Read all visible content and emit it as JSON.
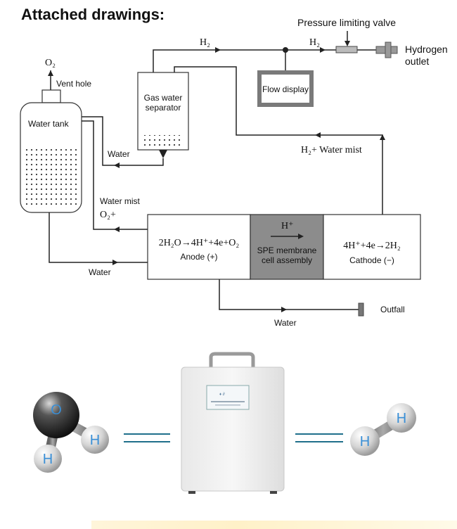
{
  "heading": "Attached drawings:",
  "labels": {
    "pressure_valve": "Pressure limiting valve",
    "hydrogen": "Hydrogen",
    "outlet": "outlet",
    "h2_top_left": "H₂",
    "h2_top_right": "H₂",
    "o2_top": "O₂",
    "vent_hole": "Vent hole",
    "water_tank": "Water tank",
    "gas_water_sep_1": "Gas water",
    "gas_water_sep_2": "separator",
    "flow_display": "Flow display",
    "water_from_sep": "Water",
    "h2_water_mist": "H₂+ Water mist",
    "water_mist": "Water mist",
    "o2_plus": "O₂+",
    "anode_eq": "2H₂O→4H⁺+4e+O₂",
    "anode": "Anode (+)",
    "h_plus": "H⁺",
    "spe_1": "SPE membrane",
    "spe_2": "cell assembly",
    "cathode_eq": "4H⁺+4e→2H₂",
    "cathode": "Cathode (−)",
    "water_left": "Water",
    "water_bottom": "Water",
    "outfall": "Outfall"
  },
  "molecules": {
    "water_o": "O",
    "water_h1": "H",
    "water_h2": "H",
    "hydrogen_h1": "H",
    "hydrogen_h2": "H"
  },
  "colors": {
    "spe_fill": "#8c8c8c",
    "flow_frame": "#7a7a7a",
    "molecule_gray": "#c9c9c9",
    "molecule_dark": "#2f2f2f",
    "molecule_text": "#3a8fd6"
  }
}
